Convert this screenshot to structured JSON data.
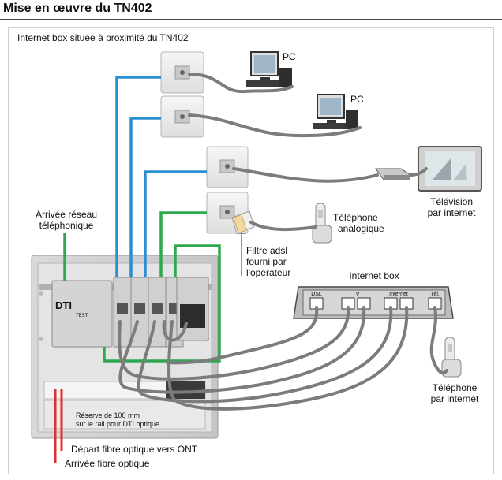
{
  "title": "Mise en œuvre du TN402",
  "labels": {
    "box_location": "Internet box située à proximité du TN402",
    "pc1": "PC",
    "pc2": "PC",
    "tv_line1": "Télévision",
    "tv_line2": "par internet",
    "phone_line1": "Téléphone",
    "phone_line2": "analogique",
    "network_line1": "Arrivée réseau",
    "network_line2": "téléphonique",
    "filter_line1": "Filtre adsl",
    "filter_line2": "fourni par",
    "filter_line3": "l'opérateur",
    "internet_box": "Internet box",
    "port_dsl": "DSL",
    "port_tv": "TV",
    "port_internet": "Internet",
    "port_tel": "Tél.",
    "voip_line1": "Téléphone",
    "voip_line2": "par internet",
    "reserve_line1": "Réserve de 100 mm",
    "reserve_line2": "sur le rail pour DTI optique",
    "fiber_out": "Départ fibre optique vers ONT",
    "fiber_in": "Arrivée fibre optique",
    "dti": "DTI",
    "test": "TEST"
  },
  "colors": {
    "blue_cable": "#2a8fd0",
    "green_cable": "#2fa84f",
    "red_fiber": "#e03030",
    "grey_cable": "#8a8a8a"
  }
}
